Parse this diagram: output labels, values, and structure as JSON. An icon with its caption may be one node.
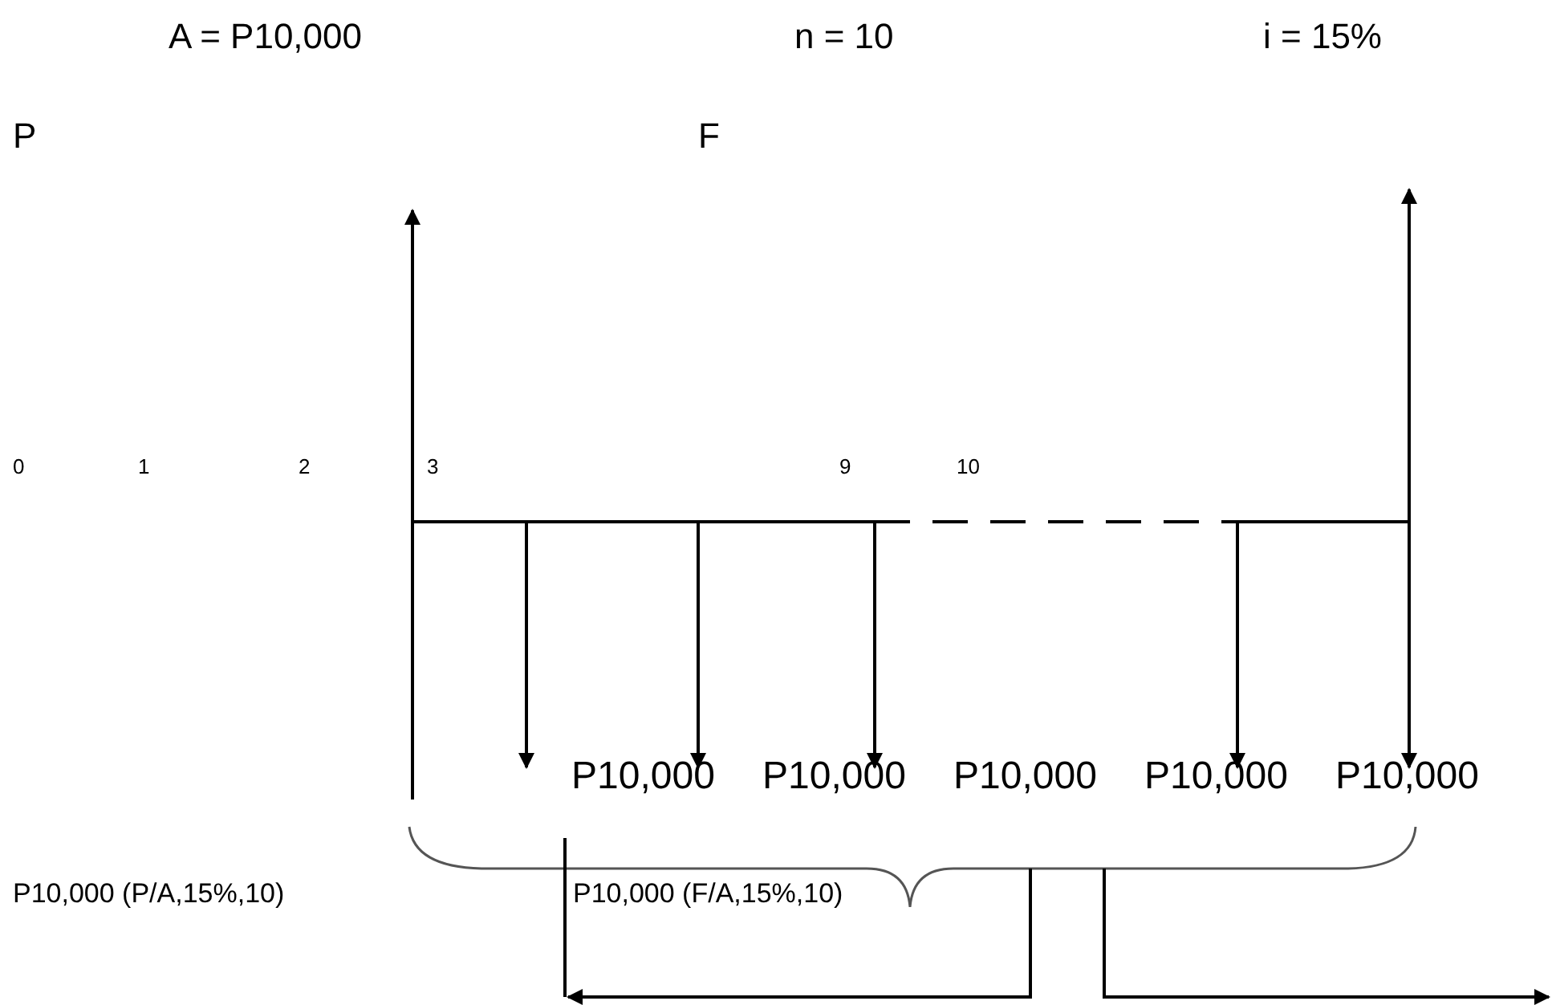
{
  "diagram": {
    "labels": [
      "A = P10,000",
      "n = 10",
      "i = 15%",
      "P",
      "F",
      "0",
      "1",
      "2",
      "3",
      "9",
      "10",
      "P10,000",
      "P10,000",
      "P10,000",
      "P10,000",
      "P10,000",
      "P10,000 (P/A,15%,10)",
      "P10,000 (F/A,15%,10)"
    ]
  }
}
